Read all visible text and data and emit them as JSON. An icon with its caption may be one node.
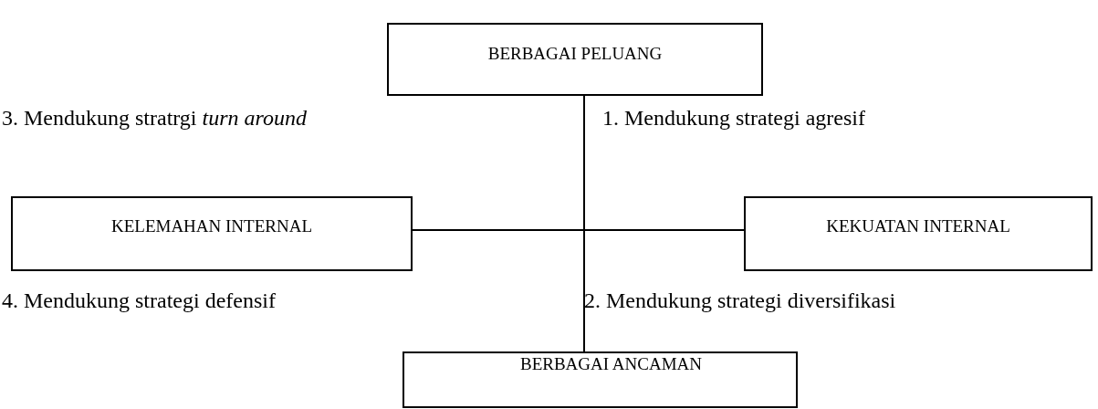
{
  "diagram": {
    "nodes": [
      {
        "text": [
          "BERBAGAI PELUANG"
        ]
      },
      {
        "text": [
          "KELEMAHAN INTERNAL"
        ]
      },
      {
        "text": [
          "KEKUATAN INTERNAL"
        ]
      },
      {
        "text": [
          "BERBAGAI ANCAMAN"
        ]
      }
    ],
    "edges": [
      {
        "from": 0,
        "to": 3,
        "arrow": "none"
      },
      {
        "from": 1,
        "to": 2,
        "arrow": "none"
      }
    ],
    "labels": [
      "3. Mendukung stratrgi *turn around*",
      "1. Mendukung strategi agresif",
      "4. Mendukung strategi defensif",
      "2. Mendukung strategi diversifikasi"
    ]
  }
}
